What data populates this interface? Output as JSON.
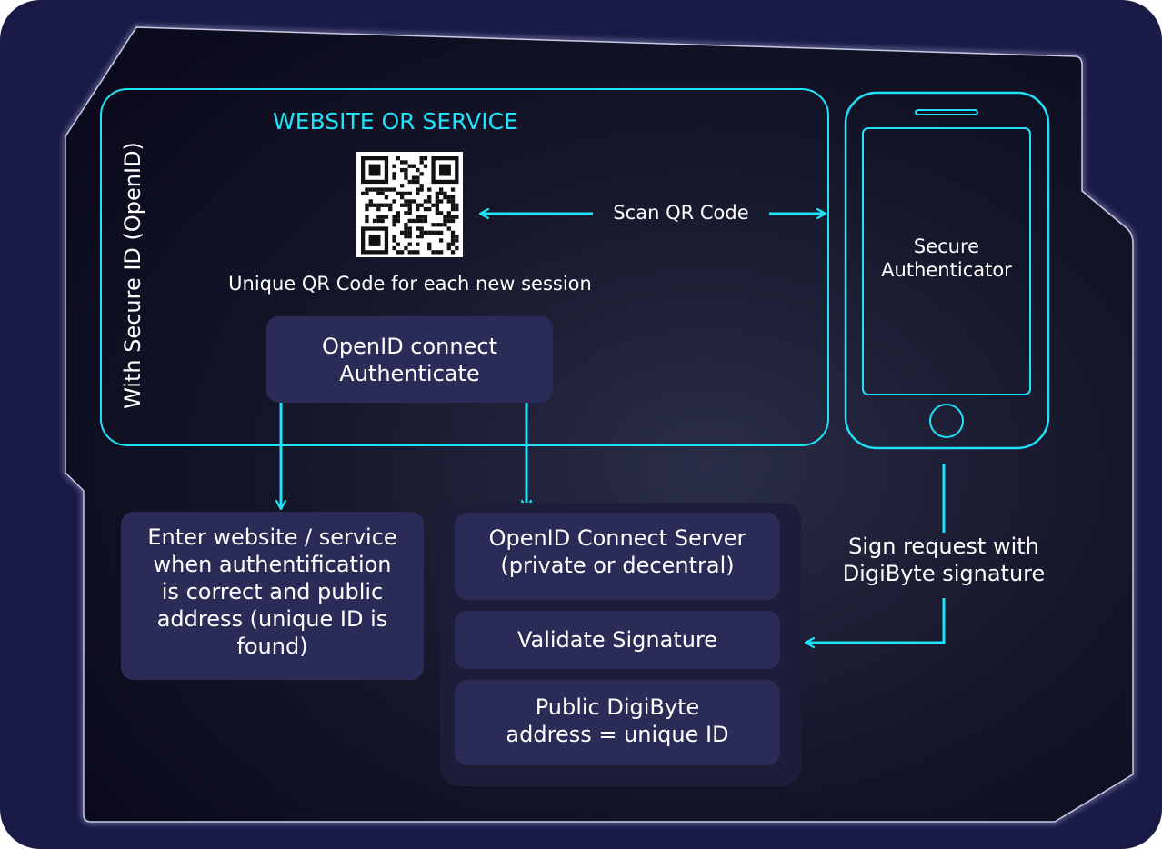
{
  "colors": {
    "accent": "#1fe1f7",
    "frame": "#1a1a47",
    "panel": "#0b0b1f",
    "box": "#2a2c57"
  },
  "website": {
    "title": "WEBSITE OR SERVICE",
    "side_label": "With Secure ID (OpenID)",
    "qr_caption": "Unique QR Code for each new session",
    "openid_box": "OpenID connect\nAuthenticate"
  },
  "scan_label": "Scan QR Code",
  "phone": {
    "label": "Secure\nAuthenticator"
  },
  "enter_box": "Enter website / service\nwhen authentification\nis correct and public\naddress (unique ID is\nfound)",
  "server_group": {
    "server": "OpenID Connect Server\n(private or decentral)",
    "validate": "Validate Signature",
    "address": "Public DigiByte\naddress = unique ID"
  },
  "sign_label": "Sign request with\nDigiByte signature",
  "icons": [
    "qr-code-icon",
    "phone-icon"
  ]
}
